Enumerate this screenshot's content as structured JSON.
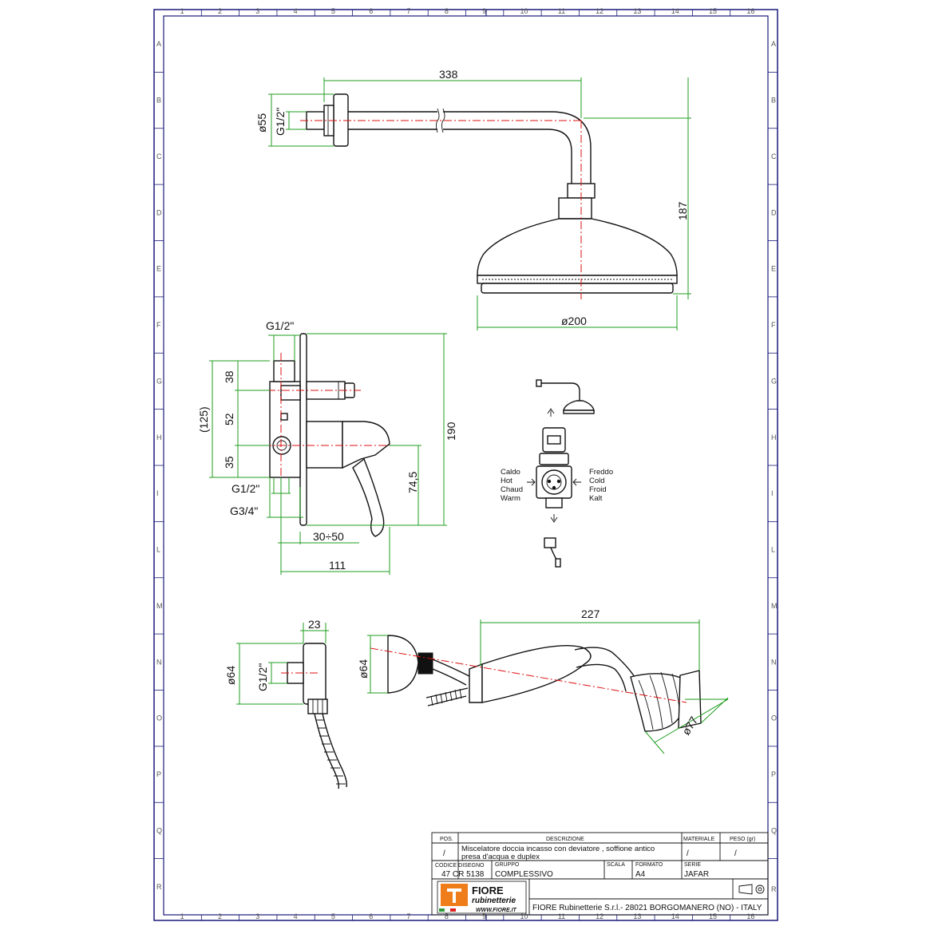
{
  "grid": {
    "columns": [
      "1",
      "2",
      "3",
      "4",
      "5",
      "6",
      "7",
      "8",
      "9",
      "10",
      "11",
      "12",
      "13",
      "14",
      "15",
      "16"
    ],
    "rows": [
      "A",
      "B",
      "C",
      "D",
      "E",
      "F",
      "G",
      "H",
      "I",
      "L",
      "M",
      "N",
      "O",
      "P",
      "Q",
      "R"
    ]
  },
  "dimensions": {
    "arm_length": "338",
    "flange_diameter": "ø55",
    "arm_thread": "G1/2\"",
    "arm_drop": "187",
    "head_diameter": "ø200",
    "mixer_inlet_top": "G1/2\"",
    "mixer_38": "38",
    "mixer_52": "52",
    "mixer_35": "35",
    "mixer_125": "(125)",
    "mixer_190": "190",
    "mixer_745": "74,5",
    "mixer_g12_bottom": "G1/2\"",
    "mixer_g34": "G3/4\"",
    "mixer_depth": "30÷50",
    "mixer_111": "111",
    "outlet_23": "23",
    "outlet_64": "ø64",
    "outlet_thread": "G1/2\"",
    "hand_shower_227": "227",
    "hand_shower_64": "ø64",
    "hand_shower_77": "ø77"
  },
  "schematic": {
    "hot_labels": [
      "Caldo",
      "Hot",
      "Chaud",
      "Warm"
    ],
    "cold_labels": [
      "Freddo",
      "Cold",
      "Froid",
      "Kalt"
    ]
  },
  "title_block": {
    "pos_header": "POS.",
    "desc_header": "DESCRIZIONE",
    "material_header": "MATERIALE",
    "weight_header": "PESO (gr)",
    "pos_value": "/",
    "desc_line1": "Miscelatore doccia incasso con deviatore , soffione antico",
    "desc_line2": "presa d'acqua e duplex",
    "material_value": "/",
    "weight_value": "/",
    "code_header": "CODICE DISEGNO",
    "group_header": "GRUPPO",
    "scale_header": "SCALA",
    "format_header": "FORMATO",
    "series_header": "SERIE",
    "code_value": "47 CR 5138",
    "group_value": "COMPLESSIVO",
    "scale_value": "",
    "format_value": "A4",
    "series_value": "JAFAR",
    "logo_word1": "FIORE",
    "logo_word2": "rubinetterie",
    "logo_web": "WWW.FIORE.IT",
    "company": "FIORE Rubinetterie S.r.l.- 28021 BORGOMANERO (NO) - ITALY",
    "corner_letter": "R"
  },
  "colors": {
    "dimension": "#1f9d1f",
    "centerline": "#d11111",
    "frame": "#1a1a7a",
    "outline": "#111111"
  }
}
